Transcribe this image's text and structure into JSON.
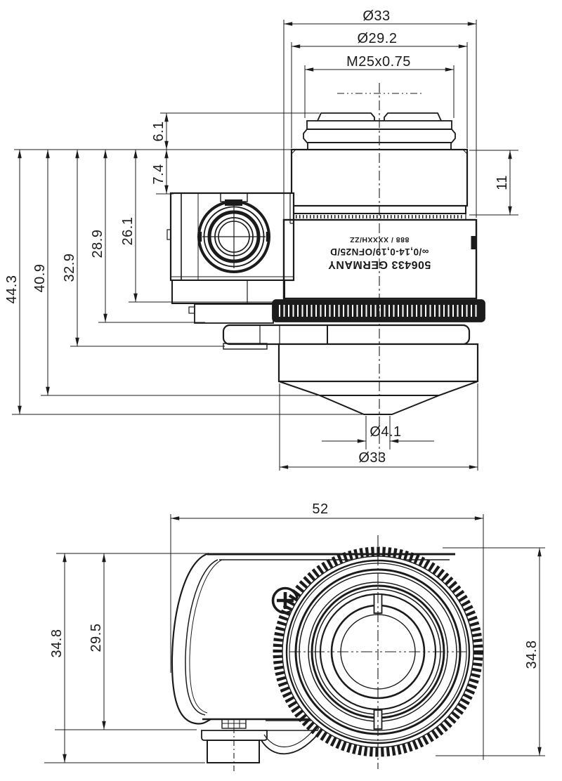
{
  "drawing": {
    "type": "technical_dimension_drawing",
    "units": "mm",
    "line_color": "#1b1b1b",
    "bg_color": "#ffffff",
    "side_view": {
      "dims": {
        "d33_top": "Ø33",
        "d29_2": "Ø29.2",
        "thread": "M25x0.75",
        "h6_1": "6.1",
        "h7_4": "7.4",
        "h26_1": "26.1",
        "h28_9": "28.9",
        "h32_9": "32.9",
        "h40_9": "40.9",
        "h44_3": "44.3",
        "h11": "11",
        "d4_1": "Ø4.1",
        "d33_bottom": "Ø33"
      },
      "engraving": [
        "506433 GERMANY",
        "∞/0,14-0,19/OFN25/D",
        "888 / XXXXH/ZZ"
      ]
    },
    "front_view": {
      "dims": {
        "w52": "52",
        "h34_8_left": "34.8",
        "h29_5": "29.5",
        "d34_8_right": "34.8"
      }
    }
  }
}
